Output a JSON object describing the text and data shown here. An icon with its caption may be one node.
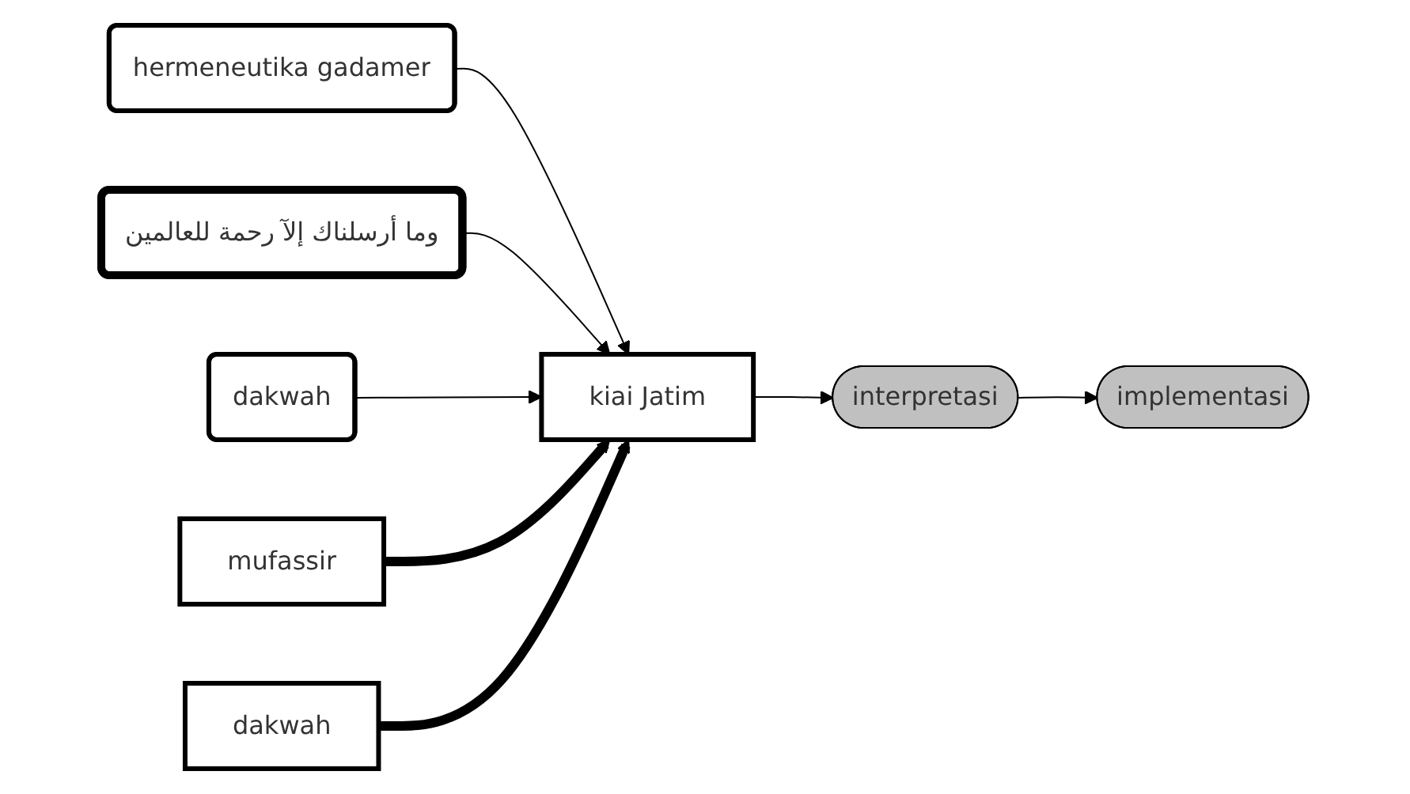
{
  "diagram": {
    "nodes": [
      {
        "text": [
          "hermeneutika gadamer"
        ]
      },
      {
        "text": [
          "وما أرسلناك إلآ رحمة للعالمين"
        ]
      },
      {
        "text": [
          "mufassir"
        ]
      },
      {
        "text": [
          "dakwah"
        ]
      },
      {
        "text": [
          "kiai Jatim"
        ]
      },
      {
        "text": [
          "dakwah"
        ]
      },
      {
        "text": [
          "interpretasi"
        ]
      },
      {
        "text": [
          "implementasi"
        ]
      }
    ],
    "edges": [
      {
        "from": 0,
        "to": 4,
        "arrow": "to"
      },
      {
        "from": 1,
        "to": 4,
        "arrow": "to"
      },
      {
        "from": 5,
        "to": 4,
        "arrow": "to"
      },
      {
        "from": 2,
        "to": 4,
        "arrow": "to",
        "style": "thick"
      },
      {
        "from": 3,
        "to": 4,
        "arrow": "to",
        "style": "thick"
      },
      {
        "from": 4,
        "to": 6,
        "arrow": "to"
      },
      {
        "from": 6,
        "to": 7,
        "arrow": "to"
      }
    ]
  }
}
